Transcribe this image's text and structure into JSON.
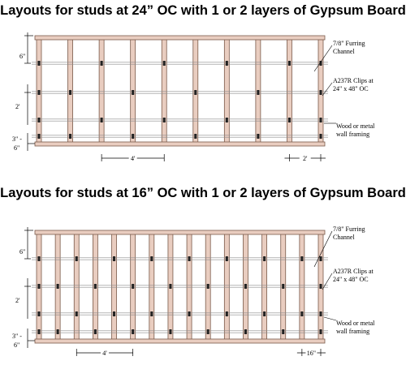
{
  "diagrams": [
    {
      "title": "Layouts for studs at 24” OC with 1 or 2 layers of Gypsum Board",
      "stud_count": 10,
      "labels": {
        "furring_line1": "7/8\" Furring",
        "furring_line2": "Channel",
        "clips_line1": "A237R Clips  at",
        "clips_line2": "24\" x 48\" OC",
        "framing_line1": "Wood or metal",
        "framing_line2": "wall framing"
      },
      "dimensions": {
        "top_offset": "6\"",
        "middle": "2'",
        "bottom_line1": "3\" -",
        "bottom_line2": "6\"",
        "clip_spacing": "4'",
        "stud_spacing": "2'"
      }
    },
    {
      "title": "Layouts for studs at 16” OC with 1 or 2 layers of Gypsum Board",
      "stud_count": 16,
      "labels": {
        "furring_line1": "7/8\" Furring",
        "furring_line2": "Channel",
        "clips_line1": "A237R Clips  at",
        "clips_line2": "24\" x 48\" OC",
        "framing_line1": "Wood or metal",
        "framing_line2": "wall framing"
      },
      "dimensions": {
        "top_offset": "6\"",
        "middle": "2'",
        "bottom_line1": "3\" -",
        "bottom_line2": "6\"",
        "clip_spacing": "4'",
        "stud_spacing": "16\""
      }
    }
  ],
  "colors": {
    "wood_fill": "#e9cdc0",
    "wood_stroke": "#7a5a4a",
    "channel": "#8c8c8c",
    "clip": "#222222"
  }
}
